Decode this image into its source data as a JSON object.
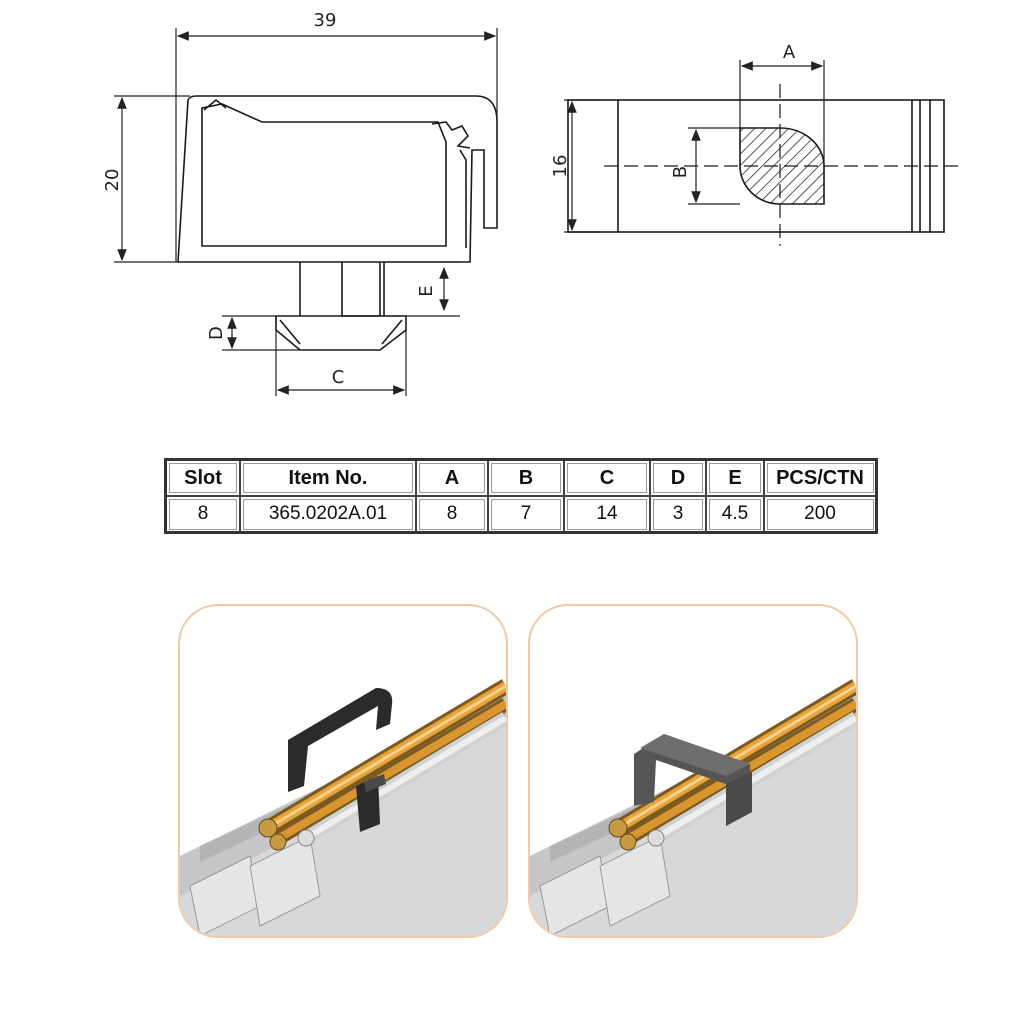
{
  "drawing": {
    "dimensions": {
      "width_39": "39",
      "height_20": "20",
      "height_16": "16",
      "label_a": "A",
      "label_b": "B",
      "label_c": "C",
      "label_d": "D",
      "label_e": "E"
    }
  },
  "table": {
    "headers": [
      "Slot",
      "Item No.",
      "A",
      "B",
      "C",
      "D",
      "E",
      "PCS/CTN"
    ],
    "rows": [
      [
        "8",
        "365.0202A.01",
        "8",
        "7",
        "14",
        "3",
        "4.5",
        "200"
      ]
    ]
  },
  "colors": {
    "line": "#1a1a1a",
    "photo_border": "#f2c9a3",
    "profile": "#c9cbcd",
    "clip_open": "#2b2b2b",
    "clip_closed": "#555555",
    "cable_orange": "#e8a33a"
  }
}
